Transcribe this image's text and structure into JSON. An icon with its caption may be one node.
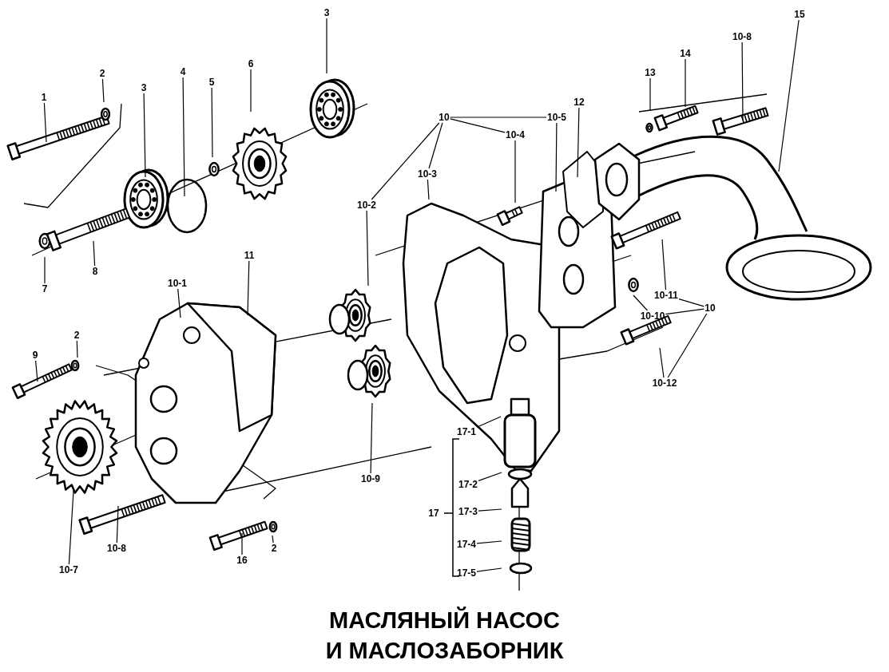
{
  "diagram": {
    "title": "МАСЛЯНЫЙ НАСОС И МАСЛОЗАБОРНИК",
    "nodes": [
      {
        "text": [
          "1"
        ]
      },
      {
        "text": [
          "2"
        ]
      },
      {
        "text": [
          "3"
        ]
      },
      {
        "text": [
          "4"
        ]
      },
      {
        "text": [
          "5"
        ]
      },
      {
        "text": [
          "6"
        ]
      },
      {
        "text": [
          "3"
        ]
      },
      {
        "text": [
          "10"
        ]
      },
      {
        "text": [
          "10-4"
        ]
      },
      {
        "text": [
          "10-5"
        ]
      },
      {
        "text": [
          "12"
        ]
      },
      {
        "text": [
          "13"
        ]
      },
      {
        "text": [
          "14"
        ]
      },
      {
        "text": [
          "10-8"
        ]
      },
      {
        "text": [
          "15"
        ]
      },
      {
        "text": [
          "10-3"
        ]
      },
      {
        "text": [
          "10-2"
        ]
      },
      {
        "text": [
          "11"
        ]
      },
      {
        "text": [
          "10-1"
        ]
      },
      {
        "text": [
          "7"
        ]
      },
      {
        "text": [
          "8"
        ]
      },
      {
        "text": [
          "10-11"
        ]
      },
      {
        "text": [
          "10"
        ]
      },
      {
        "text": [
          "10-10"
        ]
      },
      {
        "text": [
          "2"
        ]
      },
      {
        "text": [
          "9"
        ]
      },
      {
        "text": [
          "10-12"
        ]
      },
      {
        "text": [
          "10-9"
        ]
      },
      {
        "text": [
          "17-1"
        ]
      },
      {
        "text": [
          "17-2"
        ]
      },
      {
        "text": [
          "17-3"
        ]
      },
      {
        "text": [
          "17"
        ]
      },
      {
        "text": [
          "17-4"
        ]
      },
      {
        "text": [
          "17-5"
        ]
      },
      {
        "text": [
          "10-7"
        ]
      },
      {
        "text": [
          "10-8"
        ]
      },
      {
        "text": [
          "16"
        ]
      },
      {
        "text": [
          "2"
        ]
      }
    ],
    "edges": [
      {
        "from": 0,
        "to": null,
        "arrow": "none"
      },
      {
        "from": 1,
        "to": null,
        "arrow": "none"
      },
      {
        "from": 2,
        "to": null,
        "arrow": "none"
      },
      {
        "from": 3,
        "to": null,
        "arrow": "none"
      },
      {
        "from": 4,
        "to": null,
        "arrow": "none"
      },
      {
        "from": 5,
        "to": null,
        "arrow": "none"
      },
      {
        "from": 6,
        "to": null,
        "arrow": "none"
      },
      {
        "from": 7,
        "to": 15,
        "arrow": "none"
      },
      {
        "from": 7,
        "to": 16,
        "arrow": "none"
      },
      {
        "from": 7,
        "to": 8,
        "arrow": "none"
      },
      {
        "from": 7,
        "to": 9,
        "arrow": "none"
      },
      {
        "from": 8,
        "to": null,
        "arrow": "none"
      },
      {
        "from": 9,
        "to": null,
        "arrow": "none"
      },
      {
        "from": 10,
        "to": null,
        "arrow": "none"
      },
      {
        "from": 11,
        "to": null,
        "arrow": "none"
      },
      {
        "from": 12,
        "to": null,
        "arrow": "none"
      },
      {
        "from": 13,
        "to": null,
        "arrow": "none"
      },
      {
        "from": 14,
        "to": null,
        "arrow": "none"
      },
      {
        "from": 15,
        "to": null,
        "arrow": "none"
      },
      {
        "from": 16,
        "to": null,
        "arrow": "none"
      },
      {
        "from": 17,
        "to": null,
        "arrow": "none"
      },
      {
        "from": 18,
        "to": null,
        "arrow": "none"
      },
      {
        "from": 19,
        "to": null,
        "arrow": "none"
      },
      {
        "from": 20,
        "to": null,
        "arrow": "none"
      },
      {
        "from": 21,
        "to": null,
        "arrow": "none"
      },
      {
        "from": 22,
        "to": 21,
        "arrow": "none"
      },
      {
        "from": 22,
        "to": 23,
        "arrow": "none"
      },
      {
        "from": 22,
        "to": 26,
        "arrow": "none"
      },
      {
        "from": 23,
        "to": null,
        "arrow": "none"
      },
      {
        "from": 24,
        "to": null,
        "arrow": "none"
      },
      {
        "from": 25,
        "to": null,
        "arrow": "none"
      },
      {
        "from": 26,
        "to": null,
        "arrow": "none"
      },
      {
        "from": 27,
        "to": null,
        "arrow": "none"
      },
      {
        "from": 28,
        "to": null,
        "arrow": "none"
      },
      {
        "from": 29,
        "to": null,
        "arrow": "none"
      },
      {
        "from": 30,
        "to": null,
        "arrow": "none"
      },
      {
        "from": 32,
        "to": null,
        "arrow": "none"
      },
      {
        "from": 33,
        "to": null,
        "arrow": "none"
      },
      {
        "from": 34,
        "to": null,
        "arrow": "none"
      },
      {
        "from": 35,
        "to": null,
        "arrow": "none"
      },
      {
        "from": 36,
        "to": null,
        "arrow": "none"
      },
      {
        "from": 37,
        "to": null,
        "arrow": "none"
      }
    ]
  }
}
